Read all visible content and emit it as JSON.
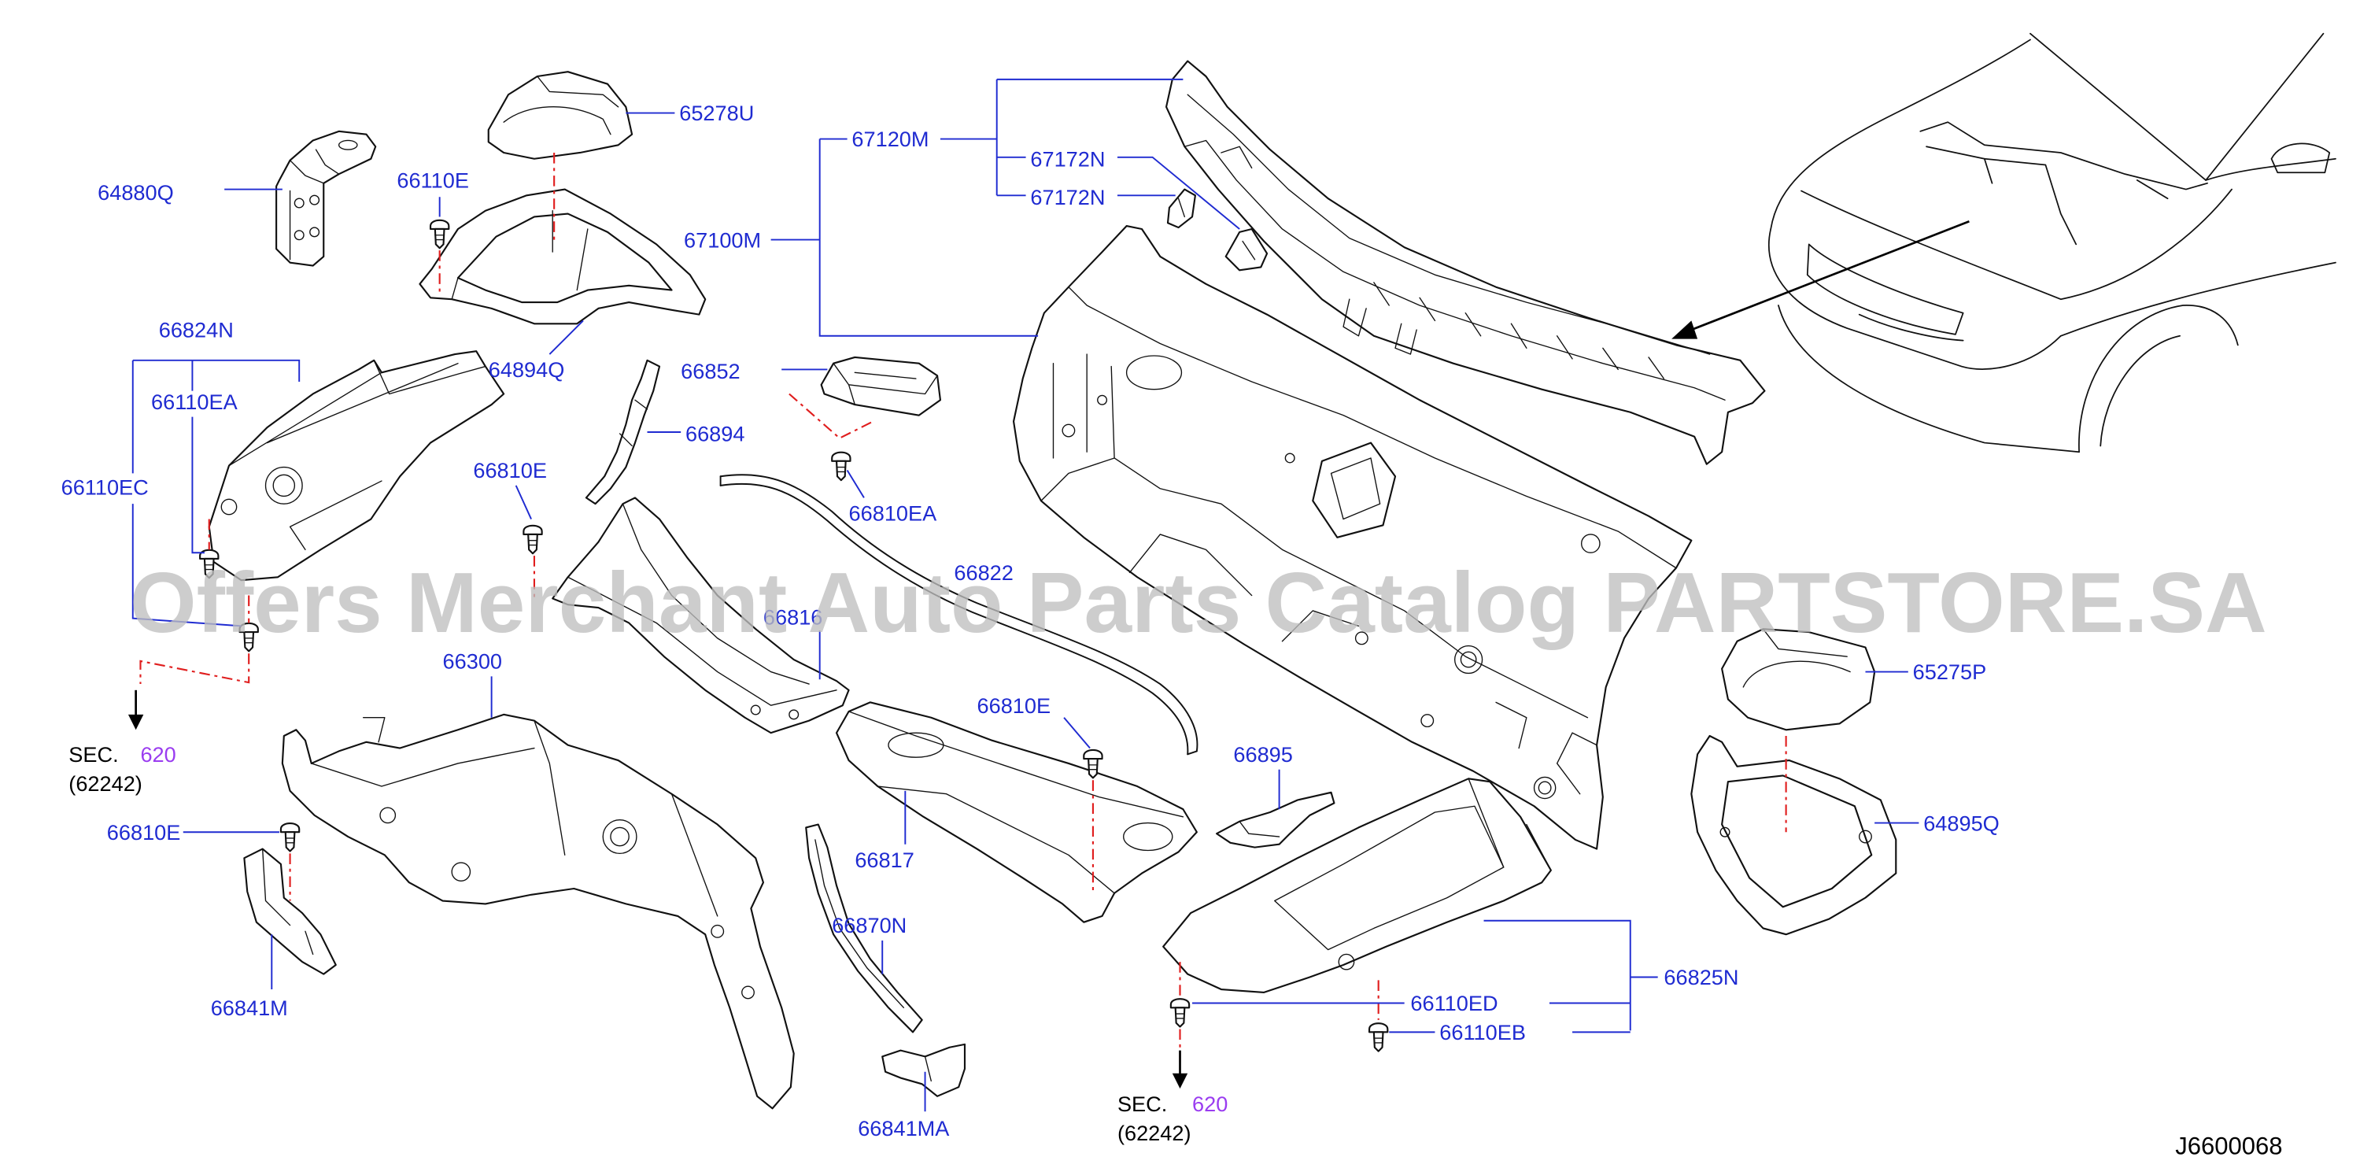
{
  "diagram": {
    "watermark": "Offers Merchant Auto Parts Catalog PARTSTORE.SA",
    "reference_code": "J6600068",
    "callouts": [
      "65278U",
      "64880Q",
      "66110E",
      "64894Q",
      "66824N",
      "66110EA",
      "66110EC",
      "66852",
      "66894",
      "66810E",
      "66810EA",
      "67120M",
      "67172N",
      "67172N",
      "67100M",
      "66822",
      "66816",
      "66300",
      "66810E",
      "66895",
      "66810E",
      "66817",
      "65275P",
      "64895Q",
      "66870N",
      "66825N",
      "66110ED",
      "66110EB",
      "66841M",
      "66841MA"
    ],
    "section_refs": [
      {
        "prefix": "SEC.",
        "number": "620",
        "sub": "(62242)"
      },
      {
        "prefix": "SEC.",
        "number": "620",
        "sub": "(62242)"
      }
    ]
  },
  "colors": {
    "callout": "#1f2bd1",
    "leader": "#1f2bd1",
    "section_number": "#9a3cf0",
    "guide": "#e01e1e",
    "outline": "#111111",
    "watermark": "#bfbfbf"
  }
}
